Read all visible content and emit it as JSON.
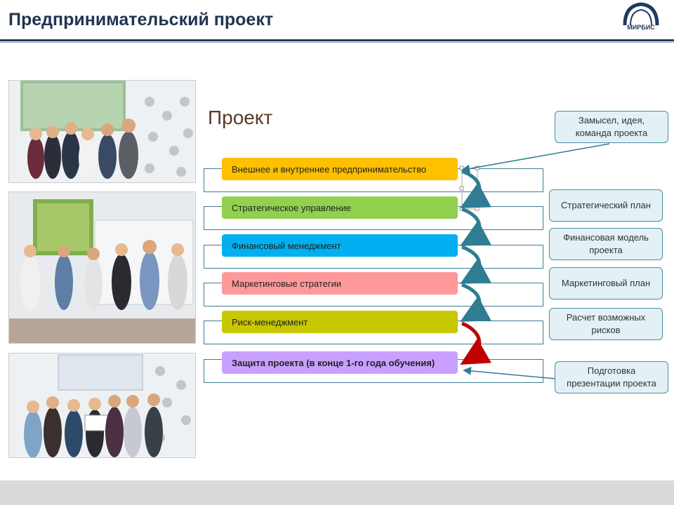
{
  "header": {
    "title": "Предпринимательский проект",
    "logo_text": "МИРБИС"
  },
  "main": {
    "title": "Проект",
    "bars": [
      {
        "label": "Внешнее и внутреннее предпринимательство",
        "color": "#ffc000"
      },
      {
        "label": "Стратегическое управление",
        "color": "#92d050"
      },
      {
        "label": "Финансовый менеджмент",
        "color": "#00b0f0"
      },
      {
        "label": "Маркетинговые стратегии",
        "color": "#ff9999"
      },
      {
        "label": "Риск-менеджмент",
        "color": "#c8c800"
      },
      {
        "label": "Защита проекта (в конце 1-го года обучения)",
        "color": "#c9a0ff"
      }
    ],
    "outcomes": [
      "Замысел, идея, команда проекта",
      "Стратегический план",
      "Финансовая модель проекта",
      "Маркетинговый план",
      "Расчет возможных рисков",
      "Подготовка презентации проекта"
    ]
  }
}
